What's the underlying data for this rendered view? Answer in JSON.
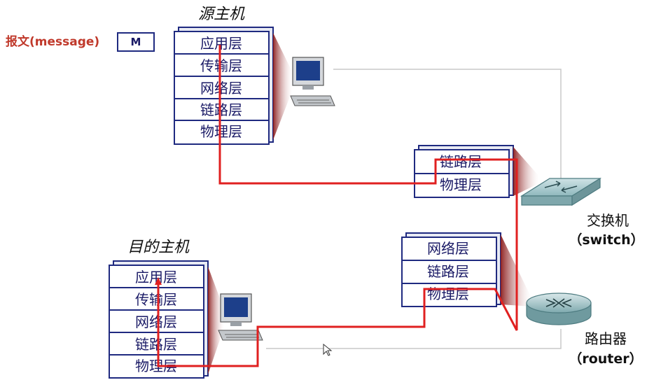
{
  "message": {
    "label": "报文(message)",
    "box": "M"
  },
  "source_host": {
    "title": "源主机",
    "layers": [
      "应用层",
      "传输层",
      "网络层",
      "链路层",
      "物理层"
    ]
  },
  "switch": {
    "layers": [
      "链路层",
      "物理层"
    ],
    "label": "交换机",
    "sublabel": "（switch）"
  },
  "router": {
    "layers": [
      "网络层",
      "链路层",
      "物理层"
    ],
    "label": "路由器",
    "sublabel": "（router）"
  },
  "dest_host": {
    "title": "目的主机",
    "layers": [
      "应用层",
      "传输层",
      "网络层",
      "链路层",
      "物理层"
    ]
  },
  "colors": {
    "stack_border": "#1f2a80",
    "path_line": "#e02020",
    "link_line": "#bfbfbf",
    "message_text": "#c0392b"
  }
}
